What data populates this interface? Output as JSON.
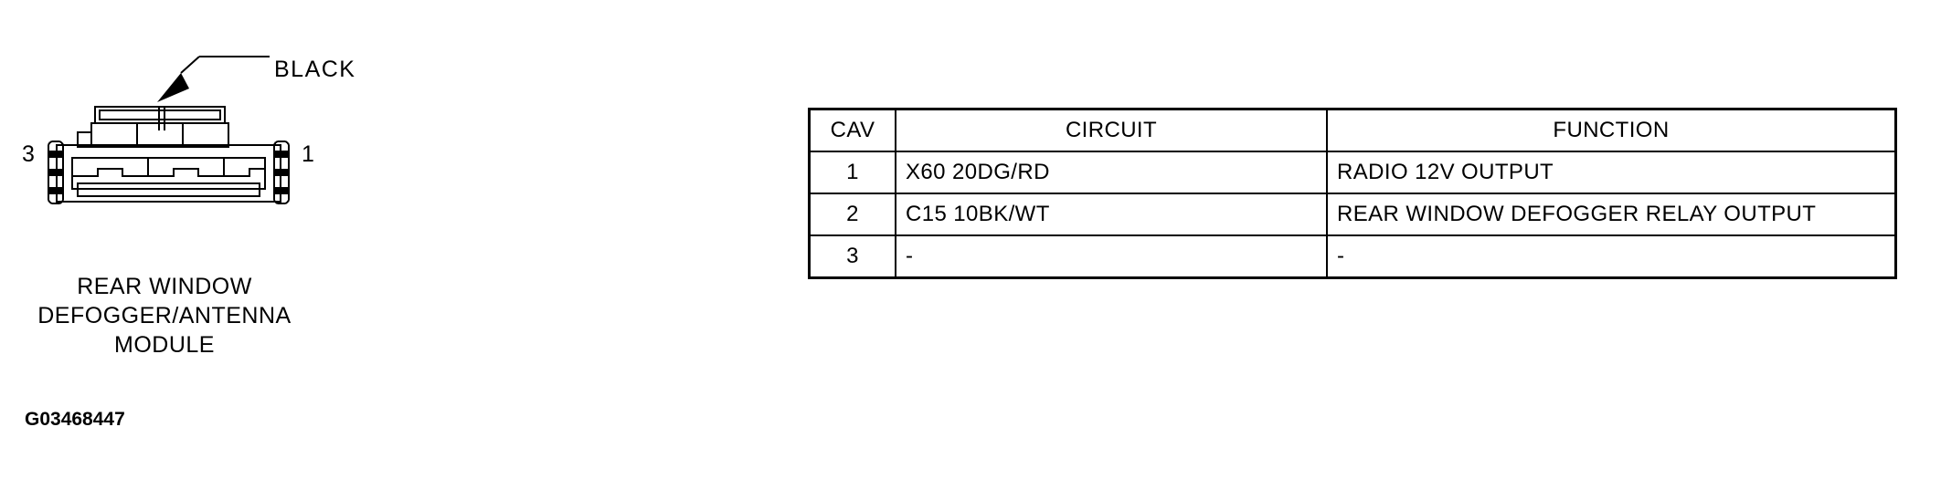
{
  "figure": {
    "callout_label": "BLACK",
    "pin_left": "3",
    "pin_right": "1",
    "name_line1": "REAR WINDOW",
    "name_line2": "DEFOGGER/ANTENNA",
    "name_line3": "MODULE",
    "figure_id": "G03468447"
  },
  "table": {
    "headers": {
      "cav": "CAV",
      "circuit": "CIRCUIT",
      "function": "FUNCTION"
    },
    "rows": [
      {
        "cav": "1",
        "circuit": "X60 20DG/RD",
        "function": "RADIO 12V OUTPUT"
      },
      {
        "cav": "2",
        "circuit": "C15 10BK/WT",
        "function": "REAR WINDOW DEFOGGER RELAY OUTPUT"
      },
      {
        "cav": "3",
        "circuit": "-",
        "function": "-"
      }
    ]
  },
  "colors": {
    "ink": "#000000",
    "paper": "#ffffff"
  }
}
